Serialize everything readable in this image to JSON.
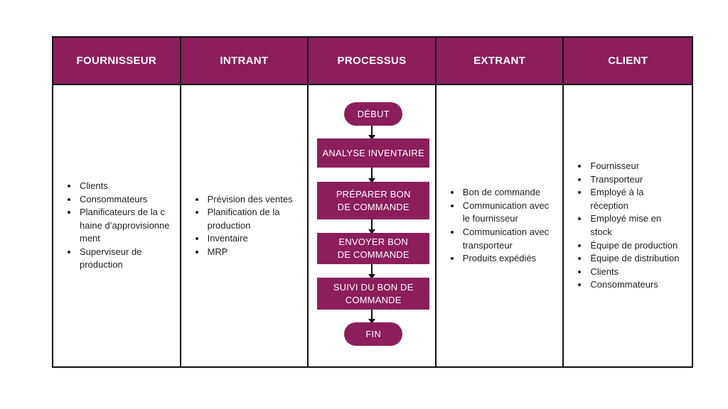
{
  "headers": {
    "fournisseur": "FOURNISSEUR",
    "intrant": "INTRANT",
    "processus": "PROCESSUS",
    "extrant": "EXTRANT",
    "client": "CLIENT"
  },
  "fournisseur_items": [
    "Clients",
    "Consommateurs",
    "Planificateurs de la chaine d’approvisionnement",
    "Superviseur de production"
  ],
  "intrant_items": [
    "Prévision des ventes",
    "Planification de la production",
    "Inventaire",
    "MRP"
  ],
  "processus_steps": {
    "start": "DÉBUT",
    "step1": "ANALYSE INVENTAIRE",
    "step2": "PRÉPARER BON DE COMMANDE",
    "step3": "ENVOYER BON DE COMMANDE",
    "step4": "SUIVI DU BON DE COMMANDE",
    "end": "FIN"
  },
  "extrant_items": [
    "Bon de commande",
    "Communication avec le fournisseur",
    "Communication avec transporteur",
    "Produits expédiés"
  ],
  "client_items": [
    "Fournisseur",
    "Transporteur",
    "Employé à la réception",
    "Employé mise en stock",
    "Équipe de production",
    "Équipe de distribution",
    "Clients",
    "Consommateurs"
  ],
  "colors": {
    "header_bg": "#8b1e5b",
    "node_bg": "#8b1e5b",
    "border": "#111111"
  }
}
